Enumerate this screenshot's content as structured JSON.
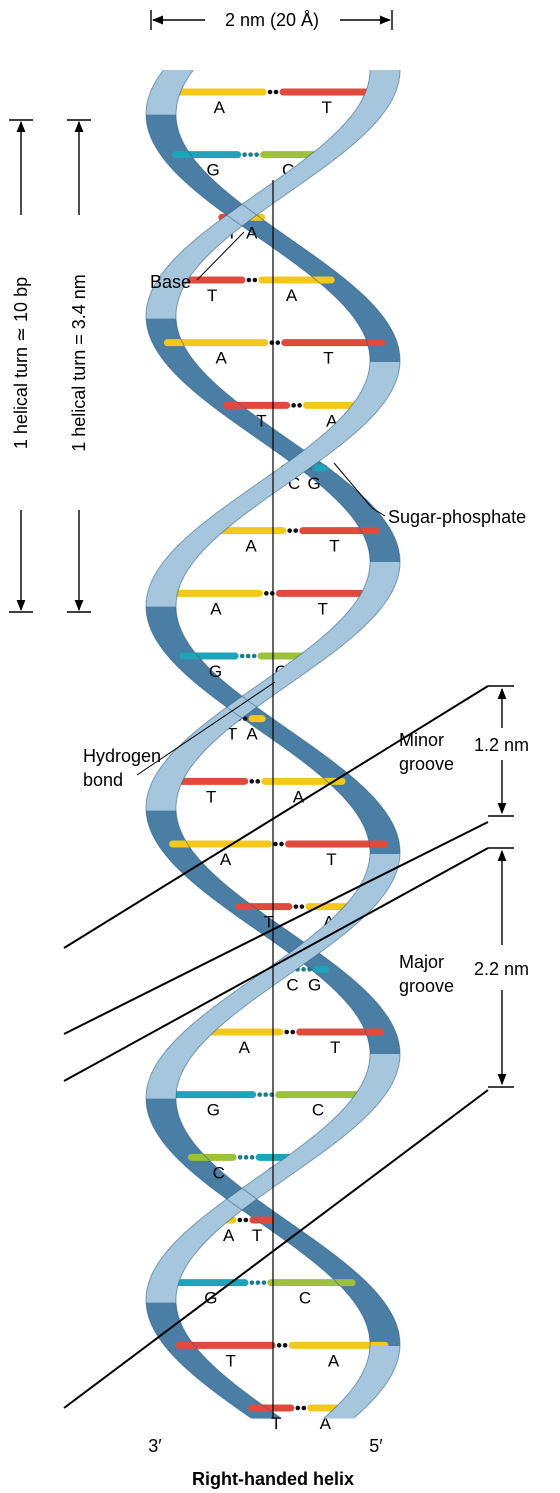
{
  "labels": {
    "width_dimension": "2 nm (20 Å)",
    "turn_bp": "1 helical turn ≃ 10 bp",
    "turn_nm": "1 helical turn = 3.4 nm",
    "base": "Base",
    "sugar_phosphate": "Sugar-phosphate",
    "hydrogen_bond_line1": "Hydrogen",
    "hydrogen_bond_line2": "bond",
    "minor_groove_width": "1.2 nm",
    "minor_groove_line1": "Minor",
    "minor_groove_line2": "groove",
    "major_groove_width": "2.2 nm",
    "major_groove_line1": "Major",
    "major_groove_line2": "groove",
    "end_left": "3′",
    "end_right": "5′",
    "caption": "Right-handed helix"
  },
  "base_colors": {
    "A": "#f2c81c",
    "T": "#e04a3c",
    "G": "#1fa3b8",
    "C": "#9ec13c"
  },
  "strand_colors": {
    "front": "#a6c6de",
    "back": "#4a7ea5",
    "edge": "#2e5d80"
  },
  "base_pairs": [
    {
      "left": "A",
      "right": "T",
      "bond": "AT"
    },
    {
      "left": "G",
      "right": "C",
      "bond": "GC"
    },
    {
      "left": "T",
      "right": "A",
      "bond": "AT"
    },
    {
      "left": "T",
      "right": "A",
      "bond": "AT"
    },
    {
      "left": "A",
      "right": "T",
      "bond": "AT"
    },
    {
      "left": "T",
      "right": "A",
      "bond": "AT"
    },
    {
      "left": "C",
      "right": "G",
      "bond": "GC"
    },
    {
      "left": "A",
      "right": "T",
      "bond": "AT"
    },
    {
      "left": "A",
      "right": "T",
      "bond": "AT"
    },
    {
      "left": "G",
      "right": "C",
      "bond": "GC"
    },
    {
      "left": "T",
      "right": "A",
      "bond": "AT"
    },
    {
      "left": "T",
      "right": "A",
      "bond": "AT"
    },
    {
      "left": "A",
      "right": "T",
      "bond": "AT"
    },
    {
      "left": "T",
      "right": "A",
      "bond": "AT"
    },
    {
      "left": "C",
      "right": "G",
      "bond": "GC"
    },
    {
      "left": "A",
      "right": "T",
      "bond": "AT"
    },
    {
      "left": "G",
      "right": "C",
      "bond": "GC"
    },
    {
      "left": "C",
      "right": "G",
      "bond": "GC"
    },
    {
      "left": "A",
      "right": "T",
      "bond": "AT"
    },
    {
      "left": "G",
      "right": "C",
      "bond": "GC"
    },
    {
      "left": "T",
      "right": "A",
      "bond": "AT"
    },
    {
      "left": "T",
      "right": "A",
      "bond": "AT"
    }
  ]
}
